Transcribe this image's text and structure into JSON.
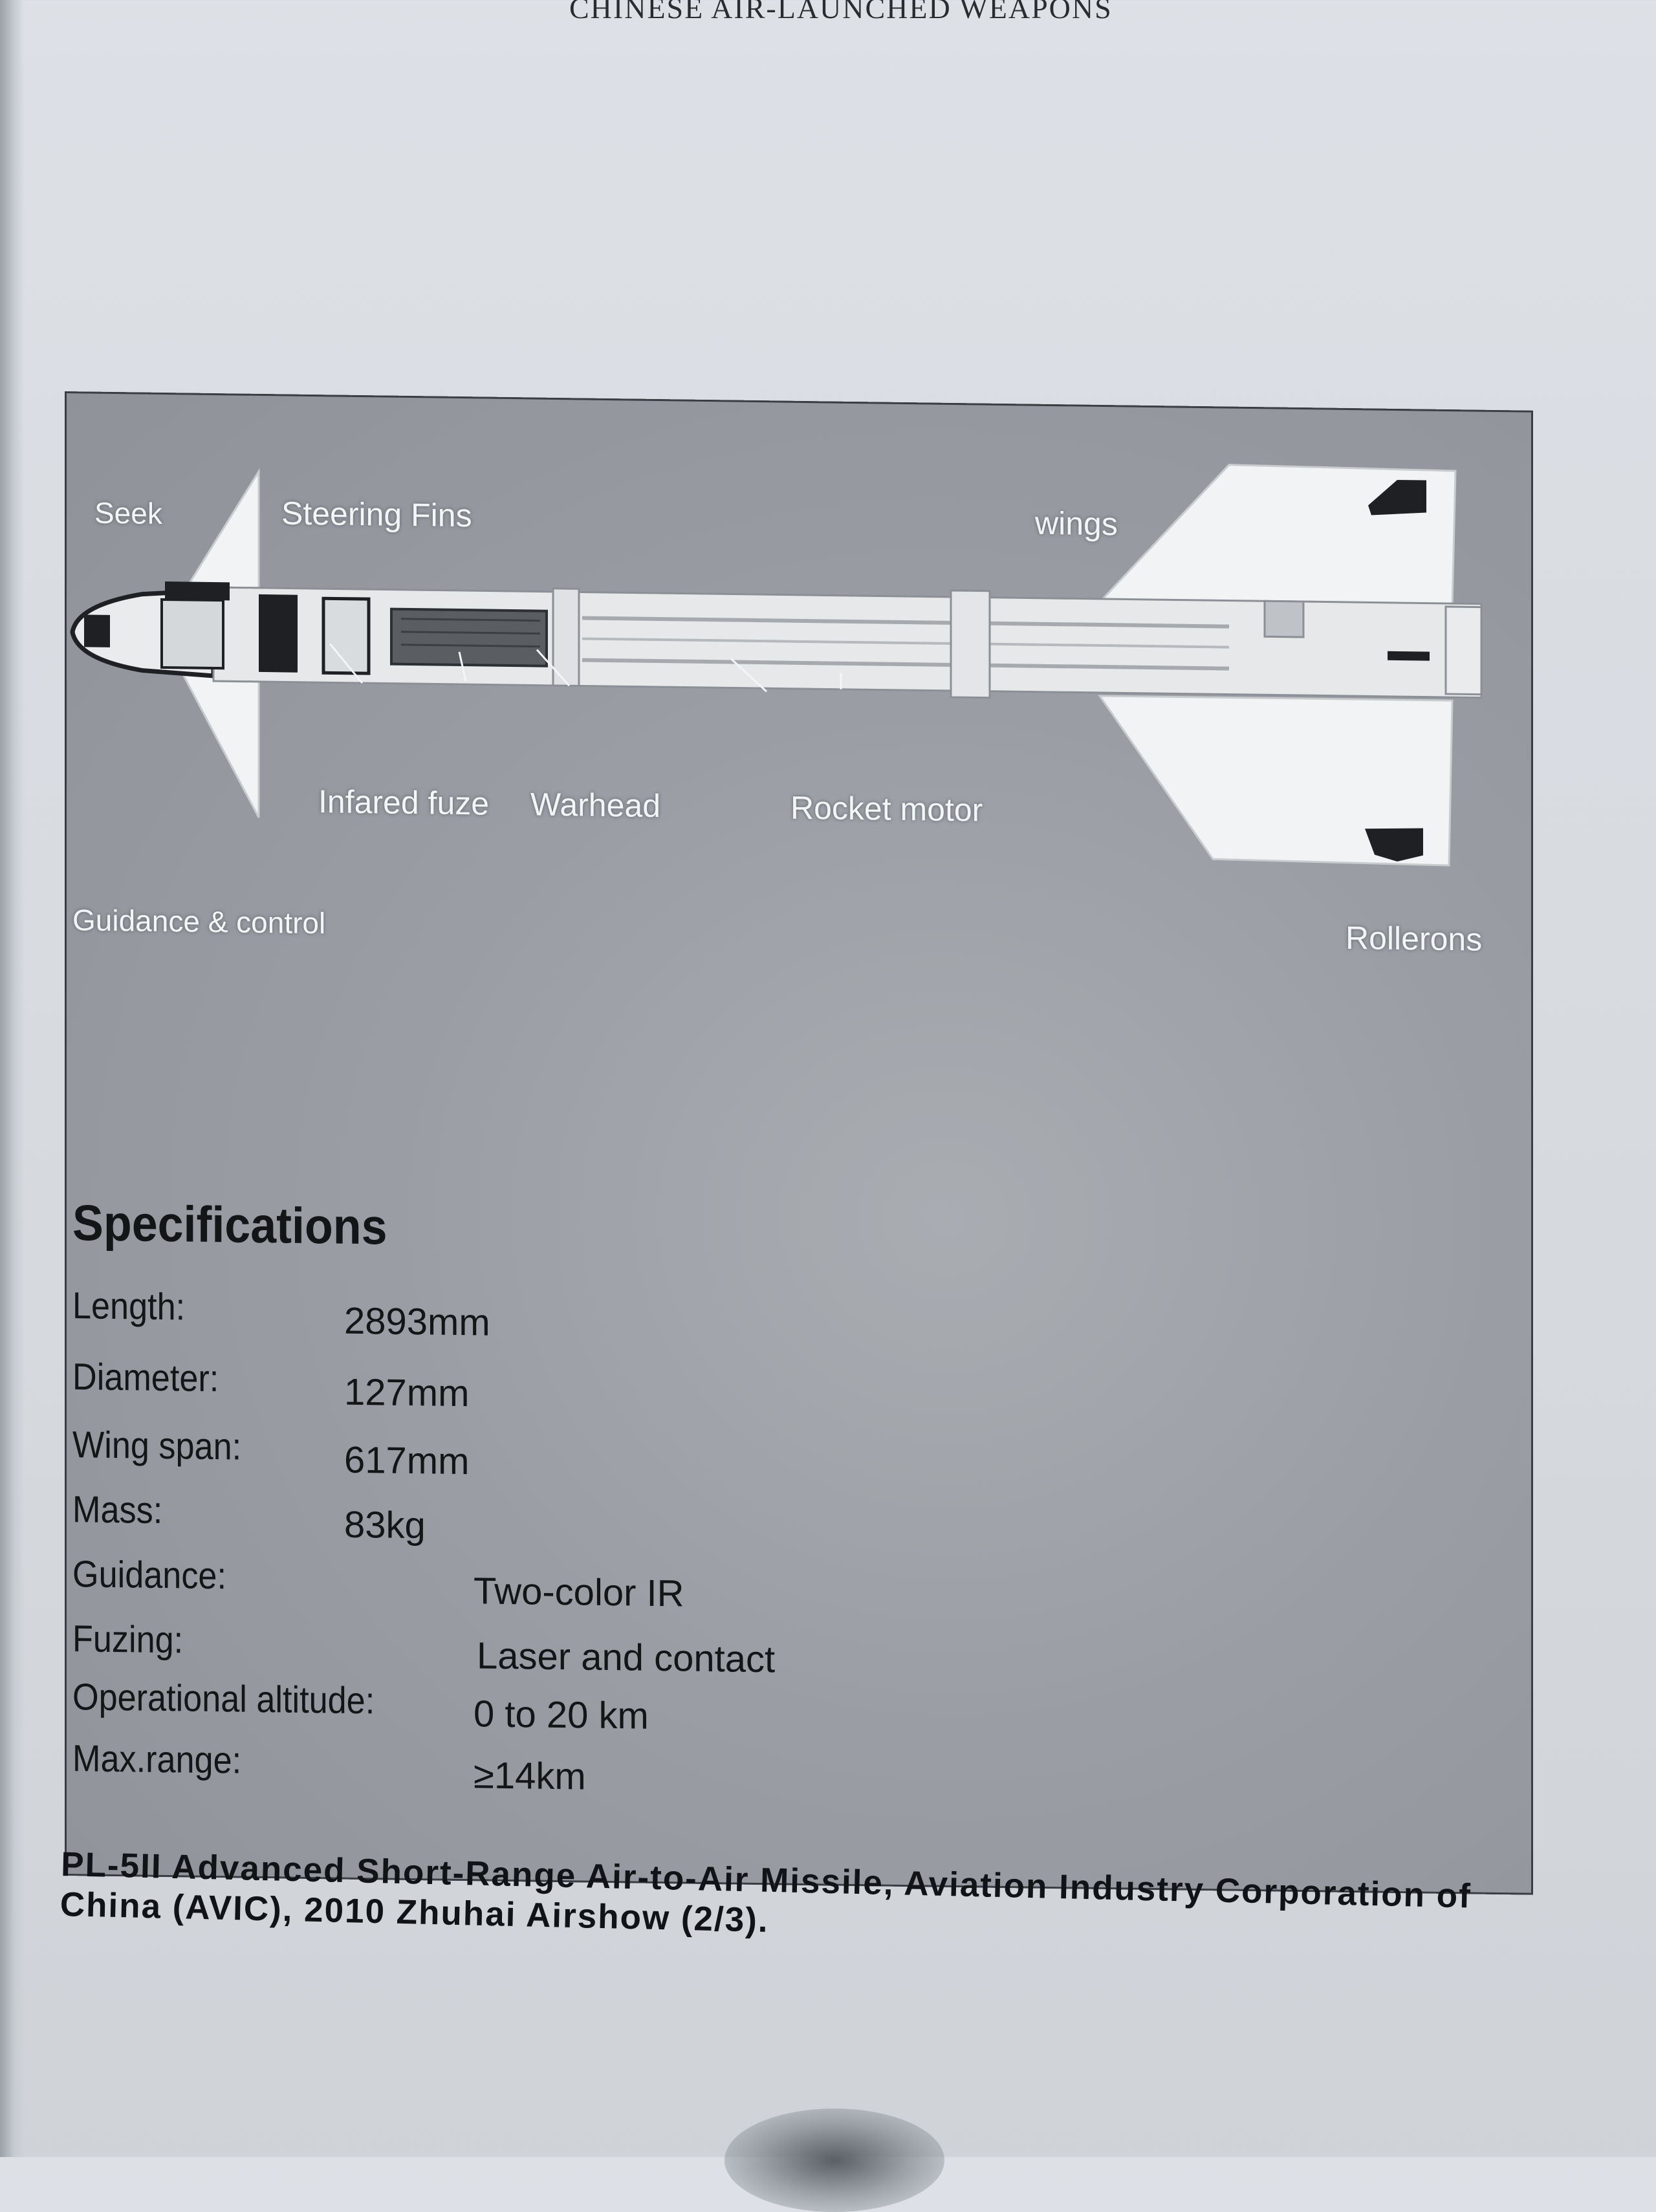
{
  "running_head": "CHINESE AIR-LAUNCHED WEAPONS",
  "diagram": {
    "labels": {
      "seek": "Seek",
      "steering_fins": "Steering Fins",
      "wings": "wings",
      "infared_fuze": "Infared fuze",
      "warhead": "Warhead",
      "rocket_motor": "Rocket motor",
      "guidance_control": "Guidance & control",
      "rollerons": "Rollerons"
    },
    "colors": {
      "panel": "#9ea2a8",
      "missile_body": "#e9ebed",
      "fins": "#f2f3f4",
      "dark_parts": "#1e2023"
    }
  },
  "specifications": {
    "title": "Specifications",
    "rows": [
      {
        "key": "Length:",
        "value": "2893mm"
      },
      {
        "key": "Diameter:",
        "value": "127mm"
      },
      {
        "key": "Wing span:",
        "value": "617mm"
      },
      {
        "key": "Mass:",
        "value": "83kg"
      },
      {
        "key": "Guidance:",
        "value": "Two-color IR"
      },
      {
        "key": "Fuzing:",
        "value": "Laser and contact"
      },
      {
        "key": "Operational altitude:",
        "value": "0 to 20 km"
      },
      {
        "key": "Max.range:",
        "value": "≥14km"
      }
    ]
  },
  "caption": {
    "line1": "PL-5II Advanced Short-Range Air-to-Air Missile, Aviation Industry Corporation of",
    "line2": "China (AVIC), 2010 Zhuhai Airshow (2/3)."
  }
}
